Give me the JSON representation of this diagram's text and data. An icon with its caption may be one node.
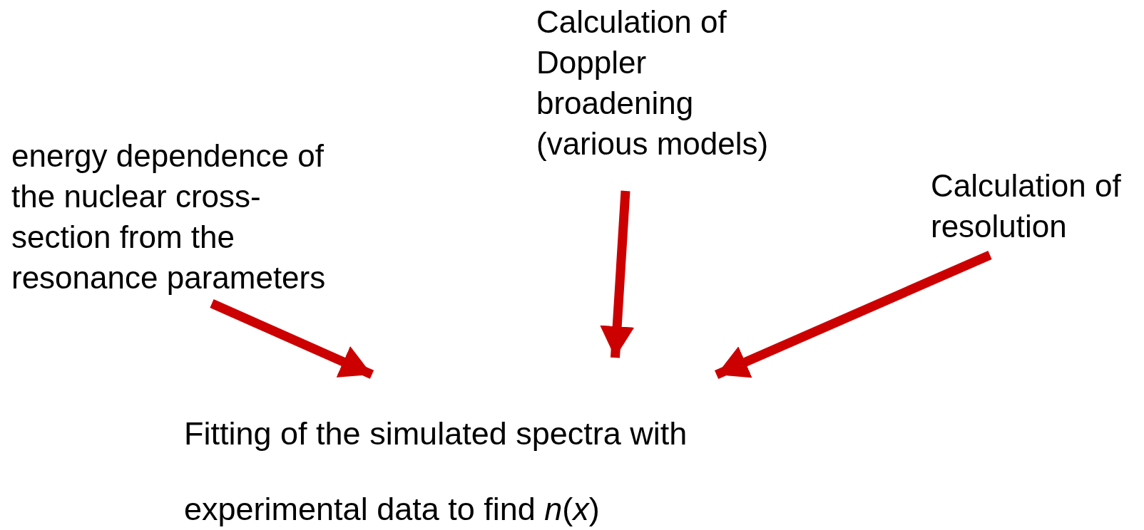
{
  "diagram": {
    "nodes": [
      {
        "text": [
          "energy dependence of the nuclear cross-section from the resonance parameters"
        ]
      },
      {
        "text": [
          "Calculation of Doppler broadening (various models)"
        ]
      },
      {
        "text": [
          "Calculation of resolution"
        ]
      },
      {
        "text": [
          "Fitting of the simulated spectra with experimental data to find *n*(*x*)"
        ]
      }
    ],
    "edges": [
      {
        "from": 0,
        "to": 3,
        "arrow": "to"
      },
      {
        "from": 1,
        "to": 3,
        "arrow": "to"
      },
      {
        "from": 2,
        "to": 3,
        "arrow": "to"
      }
    ]
  }
}
